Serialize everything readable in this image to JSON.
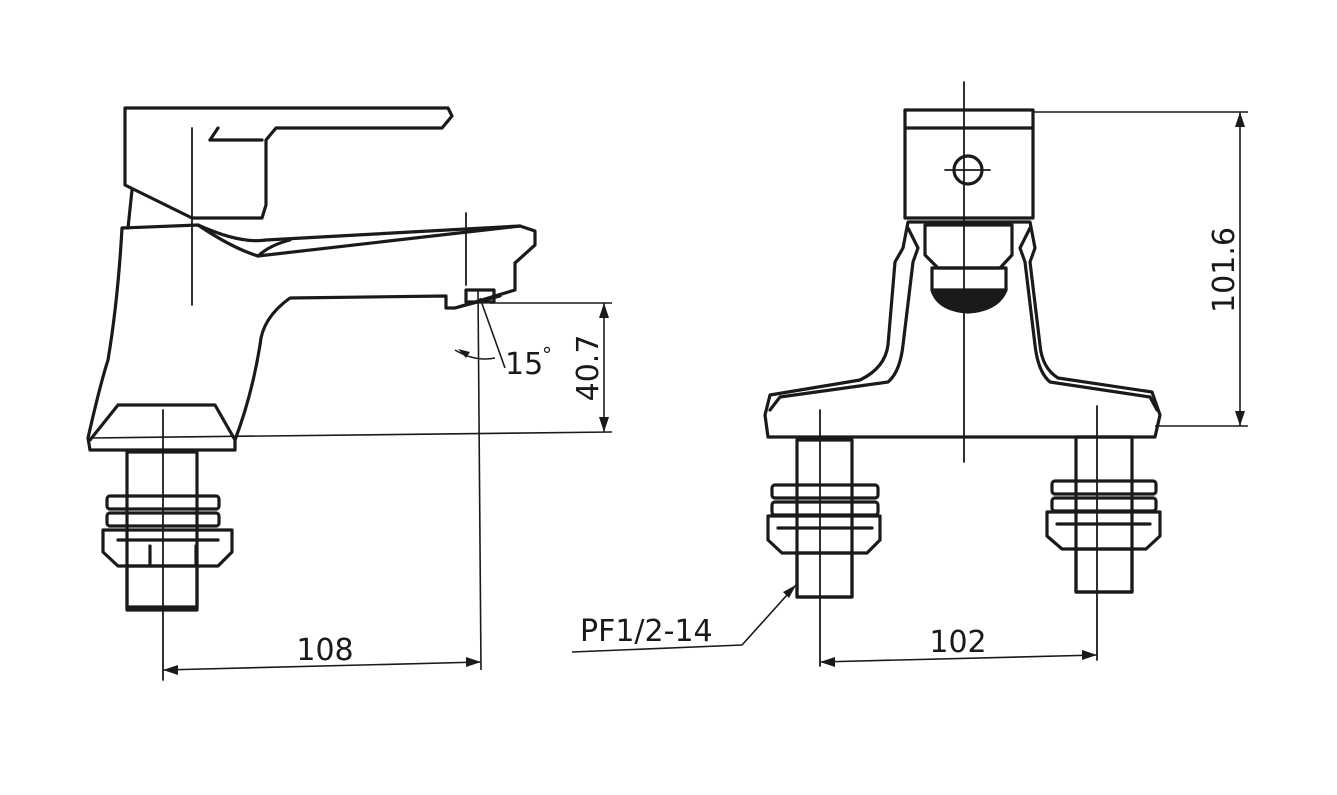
{
  "dimensions": {
    "spout_reach": "108",
    "spout_height": "40.7",
    "spout_angle": "15",
    "degree_mark": "°",
    "total_height": "101.6",
    "shank_spacing": "102",
    "thread_spec": "PF1/2-14"
  },
  "colors": {
    "line": "#1a1a1a",
    "background": "#ffffff"
  }
}
